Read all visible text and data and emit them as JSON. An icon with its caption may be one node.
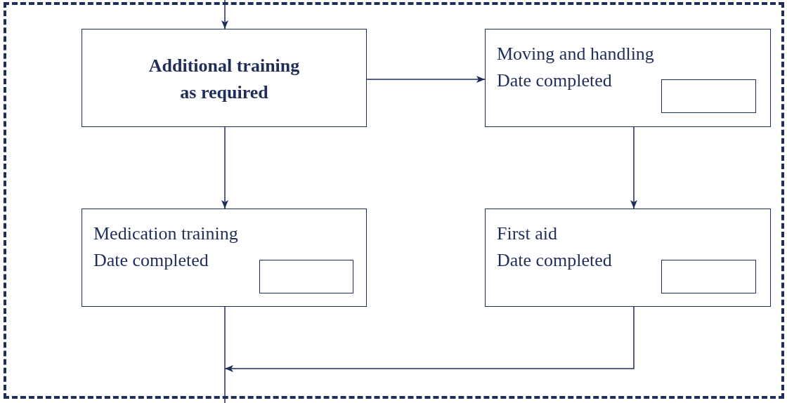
{
  "diagram": {
    "nodes": [
      {
        "text": [],
        "shape": "box"
      },
      {
        "text": [
          "Additional training as required"
        ],
        "in": 0
      },
      {
        "text": [
          "Moving and handling",
          "Date completed"
        ],
        "in": 0
      },
      {
        "text": [],
        "shape": "box",
        "in": 2
      },
      {
        "text": [
          "Medication training",
          "Date completed"
        ],
        "in": 0
      },
      {
        "text": [],
        "shape": "box",
        "in": 4
      },
      {
        "text": [
          "First aid",
          "Date completed"
        ],
        "in": 0
      },
      {
        "text": [],
        "shape": "box",
        "in": 6
      }
    ],
    "edges": [
      {
        "from": null,
        "to": 1,
        "arrow": "to"
      },
      {
        "from": 1,
        "to": 2,
        "arrow": "to"
      },
      {
        "from": 1,
        "to": 4,
        "arrow": "to"
      },
      {
        "from": 2,
        "to": 6,
        "arrow": "to"
      },
      {
        "from": 6,
        "to": null,
        "arrow": "to"
      },
      {
        "from": 4,
        "to": null,
        "arrow": "none"
      }
    ]
  }
}
